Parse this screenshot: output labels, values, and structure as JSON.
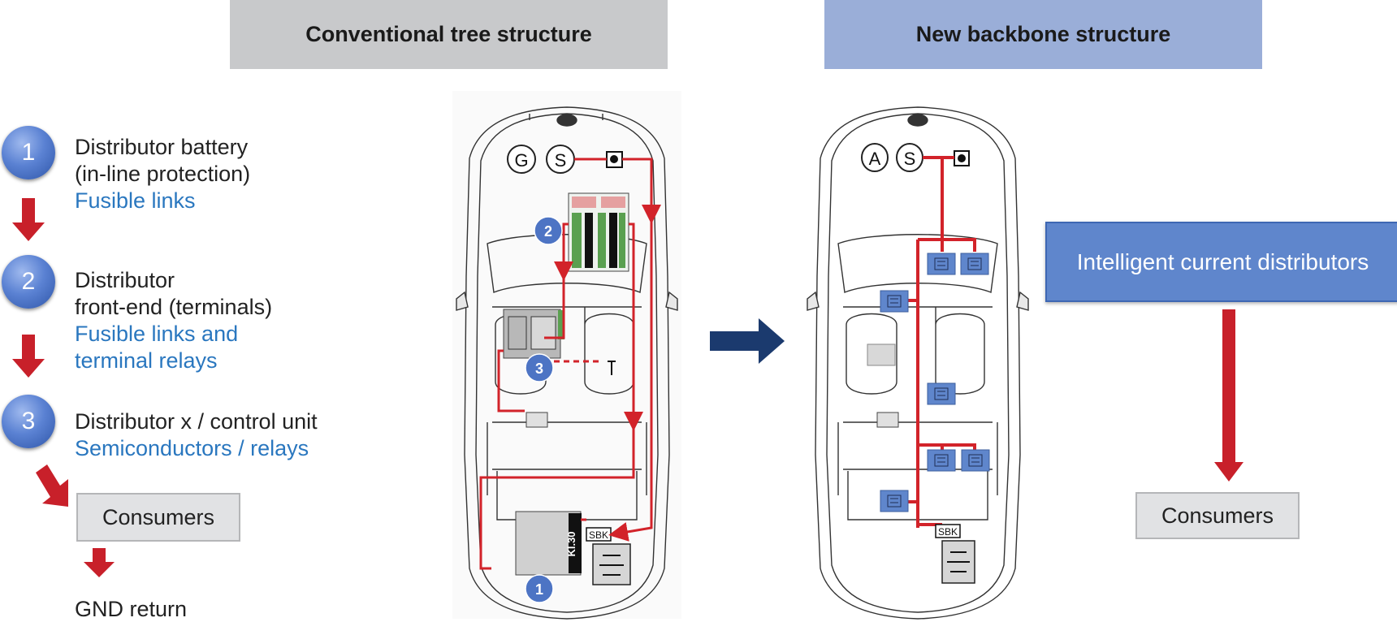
{
  "headers": {
    "left": "Conventional tree structure",
    "right": "New backbone structure"
  },
  "steps": [
    {
      "number": "1",
      "line1": "Distributor battery",
      "line2": "(in-line protection)",
      "blue1": "Fusible links",
      "blue2": ""
    },
    {
      "number": "2",
      "line1": "Distributor",
      "line2": "front-end (terminals)",
      "blue1": "Fusible links and",
      "blue2": "terminal relays"
    },
    {
      "number": "3",
      "line1": "Distributor x / control unit",
      "line2": "",
      "blue1": "Semiconductors / relays",
      "blue2": ""
    }
  ],
  "consumers_left": "Consumers",
  "gnd_return": "GND return",
  "intelligent_distributors": "Intelligent current distributors",
  "consumers_right": "Consumers",
  "car_left": {
    "gen_label": "G",
    "starter_label": "S",
    "badge_2": "2",
    "badge_3": "3",
    "badge_1": "1",
    "sbk_label": "SBK",
    "kl30_label": "Kl.30"
  },
  "car_right": {
    "alt_label": "A",
    "starter_label": "S",
    "sbk_label": "SBK"
  },
  "colors": {
    "wire_red": "#d2232a",
    "arrow_red": "#c8202a",
    "header_gray": "#c8c9cb",
    "header_blue": "#9aaed8",
    "distributor_blue": "#5f86cc",
    "link_blue": "#2a77bf",
    "navy_arrow": "#1b3a6e"
  }
}
